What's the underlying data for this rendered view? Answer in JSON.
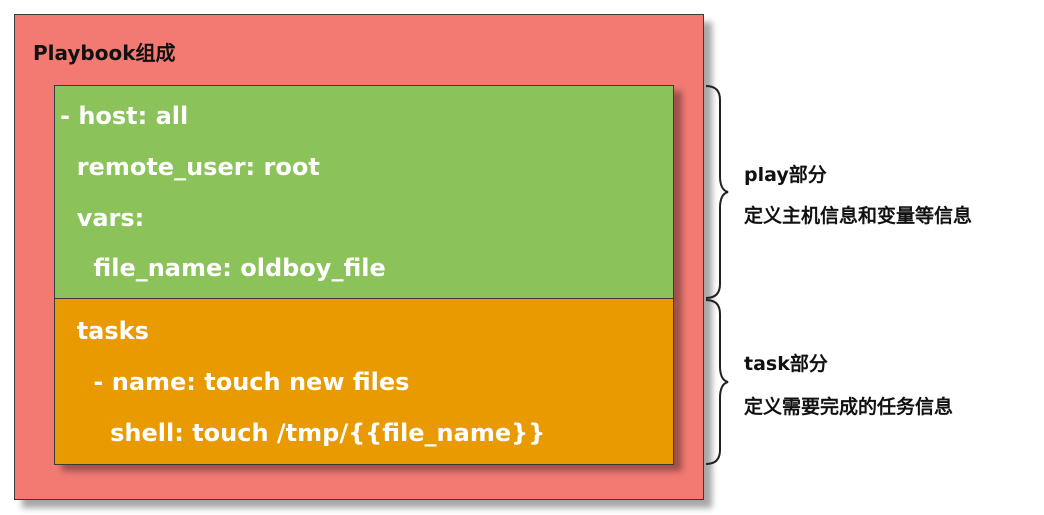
{
  "title": "Playbook组成",
  "play": {
    "lines": [
      "- host: all",
      "  remote_user: root",
      "  vars:",
      "    file_name: oldboy_file"
    ],
    "note_title": "play部分",
    "note_desc": "定义主机信息和变量等信息"
  },
  "task": {
    "lines": [
      "  tasks",
      "    - name: touch new files",
      "      shell: touch /tmp/{{file_name}}"
    ],
    "note_title": "task部分",
    "note_desc": "定义需要完成的任务信息"
  },
  "colors": {
    "outer": "#f27a73",
    "play": "#8bc25a",
    "task": "#e89a00",
    "text": "#ffffff"
  }
}
